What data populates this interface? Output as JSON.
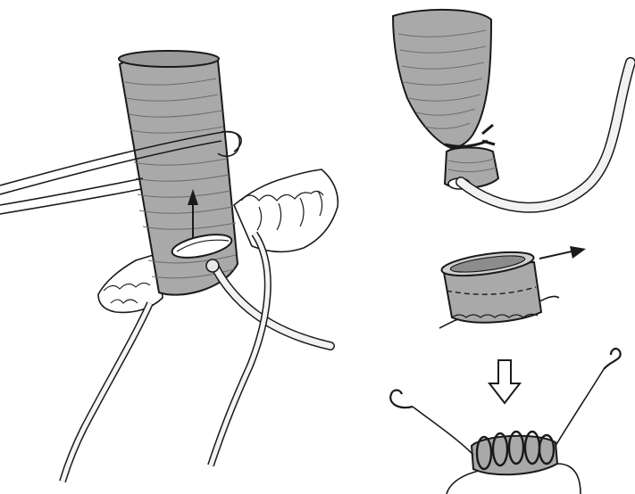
{
  "figure": {
    "panels": [
      {
        "id": "left",
        "caption": ""
      },
      {
        "id": "top-right",
        "caption": ""
      },
      {
        "id": "middle-right",
        "caption": ""
      },
      {
        "id": "bottom-right",
        "caption": ""
      }
    ],
    "colors": {
      "tissue_fill": "#a9a9a9",
      "tissue_dark": "#8c8c8c",
      "line": "#1a1a1a",
      "tube_fill": "#f2f2f2",
      "background": "#ffffff"
    }
  }
}
